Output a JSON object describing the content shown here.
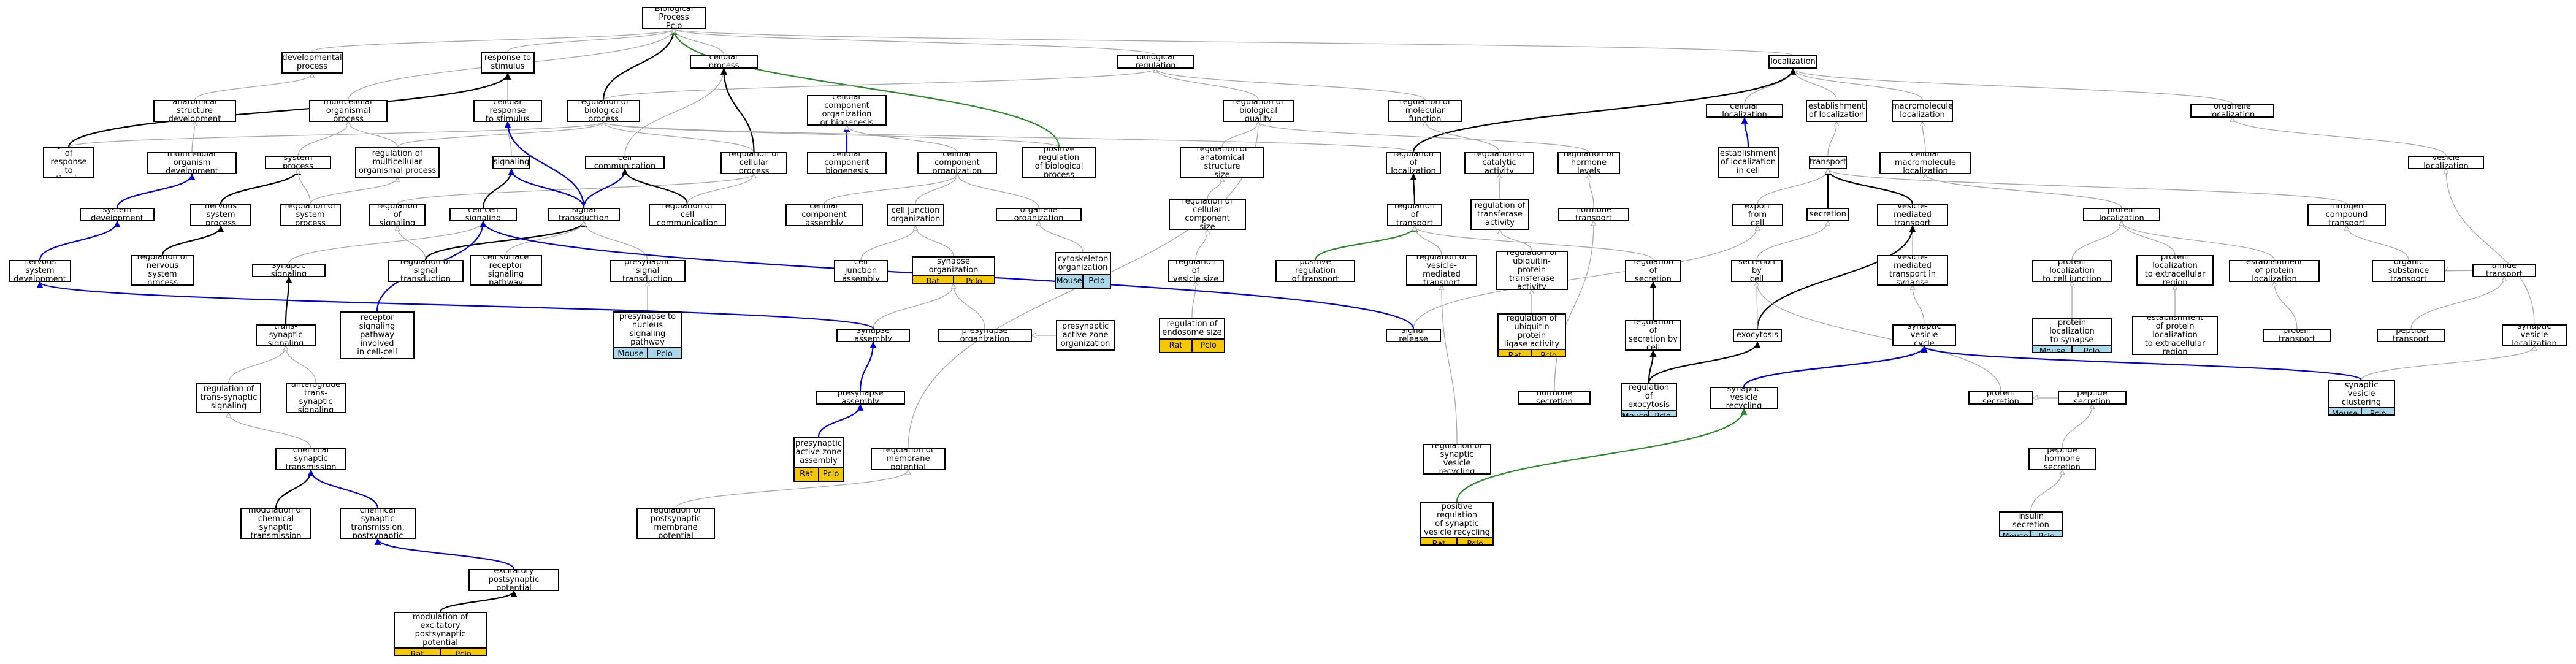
{
  "colors": {
    "edge_default": "#a8a8a8",
    "edge_black": "#000000",
    "edge_blue": "#0000d8",
    "edge_green": "#2a8a2a",
    "tag_rat": "#f5c800",
    "tag_pclo": "#f5c800",
    "tag_mouse": "#a8d8ea",
    "tag_pclo_blue": "#a8d8ea"
  },
  "nodes": {
    "n0": {
      "label": "Biological Process\nPclo",
      "tags": []
    },
    "n1": {
      "label": "developmental\nprocess",
      "tags": []
    },
    "n2": {
      "label": "response to\nstimulus",
      "tags": []
    },
    "n3": {
      "label": "cellular process",
      "tags": []
    },
    "n4": {
      "label": "biological regulation",
      "tags": []
    },
    "n5": {
      "label": "localization",
      "tags": []
    },
    "n6": {
      "label": "anatomical structure\ndevelopment",
      "tags": []
    },
    "n7": {
      "label": "multicellular\norganismal process",
      "tags": []
    },
    "n8": {
      "label": "cellular response\nto stimulus",
      "tags": []
    },
    "n9": {
      "label": "regulation of\nbiological process",
      "tags": []
    },
    "n10": {
      "label": "cellular component\norganization\nor biogenesis",
      "tags": []
    },
    "n11": {
      "label": "regulation of\nbiological quality",
      "tags": []
    },
    "n12": {
      "label": "regulation of\nmolecular function",
      "tags": []
    },
    "n13": {
      "label": "cellular localization",
      "tags": []
    },
    "n14": {
      "label": "establishment\nof localization",
      "tags": []
    },
    "n15": {
      "label": "macromolecule\nlocalization",
      "tags": []
    },
    "n16": {
      "label": "organelle localization",
      "tags": []
    },
    "n17": {
      "label": "regulation of\nresponse to\nstimulus",
      "tags": []
    },
    "n18": {
      "label": "multicellular\norganism development",
      "tags": []
    },
    "n19": {
      "label": "system process",
      "tags": []
    },
    "n20": {
      "label": "regulation of\nmulticellular\norganismal process",
      "tags": []
    },
    "n21": {
      "label": "signaling",
      "tags": []
    },
    "n22": {
      "label": "cell communication",
      "tags": []
    },
    "n23": {
      "label": "regulation of\ncellular process",
      "tags": []
    },
    "n24": {
      "label": "cellular component\nbiogenesis",
      "tags": []
    },
    "n25": {
      "label": "cellular component\norganization",
      "tags": []
    },
    "n26": {
      "label": "positive regulation\nof biological\nprocess",
      "tags": []
    },
    "n27": {
      "label": "regulation of\nanatomical structure\nsize",
      "tags": []
    },
    "n28": {
      "label": "regulation of\nlocalization",
      "tags": []
    },
    "n29": {
      "label": "regulation of\ncatalytic activity",
      "tags": []
    },
    "n30": {
      "label": "regulation of\nhormone levels",
      "tags": []
    },
    "n31": {
      "label": "establishment\nof localization\nin cell",
      "tags": []
    },
    "n32": {
      "label": "transport",
      "tags": []
    },
    "n33": {
      "label": "cellular macromolecule\nlocalization",
      "tags": []
    },
    "n34": {
      "label": "vesicle localization",
      "tags": []
    },
    "n35": {
      "label": "system development",
      "tags": []
    },
    "n36": {
      "label": "nervous system\nprocess",
      "tags": []
    },
    "n37": {
      "label": "regulation of\nsystem process",
      "tags": []
    },
    "n38": {
      "label": "regulation of\nsignaling",
      "tags": []
    },
    "n39": {
      "label": "cell-cell signaling",
      "tags": []
    },
    "n40": {
      "label": "signal transduction",
      "tags": []
    },
    "n41": {
      "label": "regulation of\ncell communication",
      "tags": []
    },
    "n42": {
      "label": "cellular component\nassembly",
      "tags": []
    },
    "n43": {
      "label": "cell junction\norganization",
      "tags": []
    },
    "n44": {
      "label": "organelle organization",
      "tags": []
    },
    "n45": {
      "label": "regulation of\ncellular component\nsize",
      "tags": []
    },
    "n46": {
      "label": "regulation of\ntransport",
      "tags": []
    },
    "n47": {
      "label": "regulation of\ntransferase\nactivity",
      "tags": []
    },
    "n48": {
      "label": "hormone transport",
      "tags": []
    },
    "n49": {
      "label": "export from\ncell",
      "tags": []
    },
    "n50": {
      "label": "secretion",
      "tags": []
    },
    "n51": {
      "label": "vesicle-mediated\ntransport",
      "tags": []
    },
    "n52": {
      "label": "protein localization",
      "tags": []
    },
    "n53": {
      "label": "nitrogen compound\ntransport",
      "tags": []
    },
    "n54": {
      "label": "nervous system\ndevelopment",
      "tags": []
    },
    "n55": {
      "label": "regulation of\nnervous system\nprocess",
      "tags": []
    },
    "n56": {
      "label": "synaptic signaling",
      "tags": []
    },
    "n57": {
      "label": "regulation of\nsignal transduction",
      "tags": []
    },
    "n58": {
      "label": "cell surface\nreceptor signaling\npathway",
      "tags": []
    },
    "n59": {
      "label": "presynaptic\nsignal transduction",
      "tags": []
    },
    "n60": {
      "label": "cell junction\nassembly",
      "tags": []
    },
    "n61": {
      "label": "synapse organization",
      "tags": [
        "Rat",
        "Pclo"
      ],
      "tagstyle": "gold"
    },
    "n62": {
      "label": "cytoskeleton\norganization",
      "tags": [
        "Mouse",
        "Pclo"
      ],
      "tagstyle": "blue"
    },
    "n63": {
      "label": "regulation of\nvesicle size",
      "tags": []
    },
    "n64": {
      "label": "positive regulation\nof transport",
      "tags": []
    },
    "n65": {
      "label": "regulation of\nvesicle-mediated\ntransport",
      "tags": []
    },
    "n66": {
      "label": "regulation of\nubiquitin-protein\ntransferase\nactivity",
      "tags": []
    },
    "n67": {
      "label": "regulation of\nsecretion",
      "tags": []
    },
    "n68": {
      "label": "secretion by\ncell",
      "tags": []
    },
    "n69": {
      "label": "vesicle-mediated\ntransport in\nsynapse",
      "tags": []
    },
    "n70": {
      "label": "protein localization\nto cell junction",
      "tags": []
    },
    "n71": {
      "label": "protein localization\nto extracellular\nregion",
      "tags": []
    },
    "n72": {
      "label": "establishment\nof protein localization",
      "tags": []
    },
    "n73": {
      "label": "organic substance\ntransport",
      "tags": []
    },
    "n74": {
      "label": "amide transport",
      "tags": []
    },
    "n75": {
      "label": "trans-synaptic\nsignaling",
      "tags": []
    },
    "n76": {
      "label": "cell surface\nreceptor signaling\npathway involved\nin cell-cell\nsignaling",
      "tags": []
    },
    "n77": {
      "label": "presynapse to\nnucleus signaling\npathway",
      "tags": [
        "Mouse",
        "Pclo"
      ],
      "tagstyle": "blue"
    },
    "n78": {
      "label": "synapse assembly",
      "tags": []
    },
    "n79": {
      "label": "presynapse organization",
      "tags": []
    },
    "n80": {
      "label": "presynaptic\nactive zone\norganization",
      "tags": []
    },
    "n81": {
      "label": "regulation of\nendosome size",
      "tags": [
        "Rat",
        "Pclo"
      ],
      "tagstyle": "gold"
    },
    "n82": {
      "label": "signal release",
      "tags": []
    },
    "n83": {
      "label": "regulation of\nubiquitin protein\nligase activity",
      "tags": [
        "Rat",
        "Pclo"
      ],
      "tagstyle": "gold"
    },
    "n84": {
      "label": "regulation of\nsecretion by\ncell",
      "tags": []
    },
    "n85": {
      "label": "exocytosis",
      "tags": []
    },
    "n86": {
      "label": "synaptic vesicle\ncycle",
      "tags": []
    },
    "n87": {
      "label": "protein localization\nto synapse",
      "tags": [
        "Mouse",
        "Pclo"
      ],
      "tagstyle": "blue"
    },
    "n88": {
      "label": "establishment\nof protein localization\nto extracellular\nregion",
      "tags": []
    },
    "n89": {
      "label": "protein transport",
      "tags": []
    },
    "n90": {
      "label": "peptide transport",
      "tags": []
    },
    "n91": {
      "label": "synaptic vesicle\nlocalization",
      "tags": []
    },
    "n92": {
      "label": "regulation of\ntrans-synaptic\nsignaling",
      "tags": []
    },
    "n93": {
      "label": "anterograde\ntrans-synaptic\nsignaling",
      "tags": []
    },
    "n94": {
      "label": "presynapse assembly",
      "tags": []
    },
    "n95": {
      "label": "regulation of\nexocytosis",
      "tags": [
        "Mouse",
        "Pclo"
      ],
      "tagstyle": "blue"
    },
    "n96": {
      "label": "synaptic vesicle\nrecycling",
      "tags": []
    },
    "n97": {
      "label": "protein secretion",
      "tags": []
    },
    "n98": {
      "label": "peptide secretion",
      "tags": []
    },
    "n99": {
      "label": "synaptic vesicle\nclustering",
      "tags": [
        "Mouse",
        "Pclo"
      ],
      "tagstyle": "blue"
    },
    "n100": {
      "label": "chemical synaptic\ntransmission",
      "tags": []
    },
    "n101": {
      "label": "presynaptic\nactive zone\nassembly",
      "tags": [
        "Rat",
        "Pclo"
      ],
      "tagstyle": "gold"
    },
    "n102": {
      "label": "regulation of\nmembrane potential",
      "tags": []
    },
    "n103": {
      "label": "hormone secretion",
      "tags": []
    },
    "n104": {
      "label": "regulation of\nsynaptic vesicle\nrecycling",
      "tags": []
    },
    "n105": {
      "label": "peptide hormone\nsecretion",
      "tags": []
    },
    "n106": {
      "label": "modulation of\nchemical synaptic\ntransmission",
      "tags": []
    },
    "n107": {
      "label": "chemical synaptic\ntransmission,\npostsynaptic",
      "tags": []
    },
    "n108": {
      "label": "regulation of\npostsynaptic\nmembrane potential",
      "tags": []
    },
    "n109": {
      "label": "positive regulation\nof synaptic\nvesicle recycling",
      "tags": [
        "Rat",
        "Pclo"
      ],
      "tagstyle": "gold"
    },
    "n110": {
      "label": "insulin secretion",
      "tags": [
        "Mouse",
        "Pclo"
      ],
      "tagstyle": "blue"
    },
    "n111": {
      "label": "excitatory postsynaptic\npotential",
      "tags": []
    },
    "n112": {
      "label": "modulation of\nexcitatory postsynaptic\npotential",
      "tags": [
        "Rat",
        "Pclo"
      ],
      "tagstyle": "gold"
    }
  },
  "edges": [
    [
      "n1",
      "n0",
      "g"
    ],
    [
      "n2",
      "n0",
      "g"
    ],
    [
      "n3",
      "n0",
      "g"
    ],
    [
      "n4",
      "n0",
      "g"
    ],
    [
      "n5",
      "n0",
      "g"
    ],
    [
      "n9",
      "n0",
      "k"
    ],
    [
      "n26",
      "n0",
      "G"
    ],
    [
      "n6",
      "n1",
      "g"
    ],
    [
      "n8",
      "n2",
      "g"
    ],
    [
      "n17",
      "n2",
      "k"
    ],
    [
      "n7",
      "n0",
      "g"
    ],
    [
      "n9",
      "n4",
      "g"
    ],
    [
      "n11",
      "n4",
      "g"
    ],
    [
      "n12",
      "n4",
      "g"
    ],
    [
      "n13",
      "n5",
      "g"
    ],
    [
      "n14",
      "n5",
      "g"
    ],
    [
      "n15",
      "n5",
      "g"
    ],
    [
      "n16",
      "n5",
      "g"
    ],
    [
      "n28",
      "n5",
      "k"
    ],
    [
      "n17",
      "n9",
      "g"
    ],
    [
      "n18",
      "n6",
      "g"
    ],
    [
      "n35",
      "n18",
      "b"
    ],
    [
      "n19",
      "n7",
      "g"
    ],
    [
      "n20",
      "n7",
      "g"
    ],
    [
      "n20",
      "n9",
      "g"
    ],
    [
      "n21",
      "n8",
      "g"
    ],
    [
      "n22",
      "n3",
      "g"
    ],
    [
      "n23",
      "n9",
      "g"
    ],
    [
      "n23",
      "n3",
      "k"
    ],
    [
      "n24",
      "n10",
      "b"
    ],
    [
      "n25",
      "n10",
      "g"
    ],
    [
      "n26",
      "n9",
      "g"
    ],
    [
      "n27",
      "n11",
      "g"
    ],
    [
      "n28",
      "n9",
      "g"
    ],
    [
      "n29",
      "n12",
      "g"
    ],
    [
      "n30",
      "n11",
      "g"
    ],
    [
      "n31",
      "n13",
      "b"
    ],
    [
      "n32",
      "n14",
      "g"
    ],
    [
      "n33",
      "n15",
      "g"
    ],
    [
      "n34",
      "n16",
      "g"
    ],
    [
      "n36",
      "n19",
      "k"
    ],
    [
      "n37",
      "n19",
      "g"
    ],
    [
      "n37",
      "n20",
      "g"
    ],
    [
      "n38",
      "n23",
      "g"
    ],
    [
      "n39",
      "n21",
      "k"
    ],
    [
      "n40",
      "n8",
      "b"
    ],
    [
      "n40",
      "n21",
      "b"
    ],
    [
      "n40",
      "n22",
      "b"
    ],
    [
      "n41",
      "n22",
      "k"
    ],
    [
      "n41",
      "n23",
      "g"
    ],
    [
      "n42",
      "n25",
      "g"
    ],
    [
      "n43",
      "n25",
      "g"
    ],
    [
      "n44",
      "n25",
      "g"
    ],
    [
      "n45",
      "n27",
      "g"
    ],
    [
      "n46",
      "n28",
      "k"
    ],
    [
      "n47",
      "n29",
      "g"
    ],
    [
      "n48",
      "n30",
      "g"
    ],
    [
      "n49",
      "n32",
      "g"
    ],
    [
      "n50",
      "n32",
      "k"
    ],
    [
      "n51",
      "n32",
      "k"
    ],
    [
      "n52",
      "n33",
      "g"
    ],
    [
      "n53",
      "n32",
      "g"
    ],
    [
      "n54",
      "n35",
      "b"
    ],
    [
      "n55",
      "n36",
      "k"
    ],
    [
      "n56",
      "n39",
      "g"
    ],
    [
      "n57",
      "n38",
      "g"
    ],
    [
      "n57",
      "n40",
      "k"
    ],
    [
      "n58",
      "n40",
      "g"
    ],
    [
      "n59",
      "n40",
      "g"
    ],
    [
      "n60",
      "n43",
      "g"
    ],
    [
      "n61",
      "n43",
      "g"
    ],
    [
      "n62",
      "n44",
      "g"
    ],
    [
      "n63",
      "n45",
      "g"
    ],
    [
      "n64",
      "n46",
      "G"
    ],
    [
      "n65",
      "n46",
      "g"
    ],
    [
      "n66",
      "n47",
      "g"
    ],
    [
      "n67",
      "n46",
      "g"
    ],
    [
      "n68",
      "n50",
      "g"
    ],
    [
      "n69",
      "n51",
      "g"
    ],
    [
      "n70",
      "n52",
      "g"
    ],
    [
      "n71",
      "n52",
      "g"
    ],
    [
      "n72",
      "n52",
      "g"
    ],
    [
      "n73",
      "n53",
      "g"
    ],
    [
      "n74",
      "n73",
      "g"
    ],
    [
      "n75",
      "n56",
      "k"
    ],
    [
      "n76",
      "n39",
      "b"
    ],
    [
      "n77",
      "n59",
      "g"
    ],
    [
      "n78",
      "n61",
      "g"
    ],
    [
      "n79",
      "n61",
      "g"
    ],
    [
      "n80",
      "n79",
      "g"
    ],
    [
      "n81",
      "n63",
      "g"
    ],
    [
      "n82",
      "n49",
      "g"
    ],
    [
      "n83",
      "n66",
      "g"
    ],
    [
      "n84",
      "n67",
      "k"
    ],
    [
      "n85",
      "n51",
      "k"
    ],
    [
      "n86",
      "n69",
      "g"
    ],
    [
      "n87",
      "n70",
      "g"
    ],
    [
      "n88",
      "n71",
      "g"
    ],
    [
      "n89",
      "n72",
      "g"
    ],
    [
      "n90",
      "n74",
      "g"
    ],
    [
      "n91",
      "n34",
      "g"
    ],
    [
      "n92",
      "n75",
      "g"
    ],
    [
      "n93",
      "n75",
      "g"
    ],
    [
      "n94",
      "n78",
      "b"
    ],
    [
      "n95",
      "n84",
      "k"
    ],
    [
      "n96",
      "n86",
      "b"
    ],
    [
      "n97",
      "n68",
      "g"
    ],
    [
      "n98",
      "n97",
      "g"
    ],
    [
      "n99",
      "n86",
      "b"
    ],
    [
      "n100",
      "n92",
      "g"
    ],
    [
      "n101",
      "n94",
      "b"
    ],
    [
      "n102",
      "n11",
      "g"
    ],
    [
      "n103",
      "n48",
      "g"
    ],
    [
      "n104",
      "n65",
      "g"
    ],
    [
      "n105",
      "n98",
      "g"
    ],
    [
      "n106",
      "n100",
      "k"
    ],
    [
      "n107",
      "n100",
      "b"
    ],
    [
      "n108",
      "n102",
      "g"
    ],
    [
      "n109",
      "n96",
      "G"
    ],
    [
      "n110",
      "n105",
      "g"
    ],
    [
      "n111",
      "n107",
      "b"
    ],
    [
      "n112",
      "n111",
      "k"
    ],
    [
      "n78",
      "n54",
      "b"
    ],
    [
      "n82",
      "n39",
      "b"
    ],
    [
      "n99",
      "n91",
      "g"
    ],
    [
      "n96",
      "n86",
      "b"
    ],
    [
      "n85",
      "n68",
      "g"
    ],
    [
      "n95",
      "n85",
      "k"
    ]
  ]
}
